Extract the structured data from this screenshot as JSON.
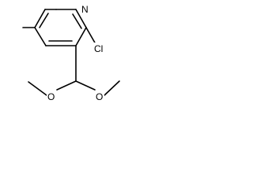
{
  "structure": {
    "atoms": {
      "nitrogen": "N",
      "chlorine": "Cl",
      "oxygen_left": "O",
      "oxygen_right": "O"
    }
  }
}
